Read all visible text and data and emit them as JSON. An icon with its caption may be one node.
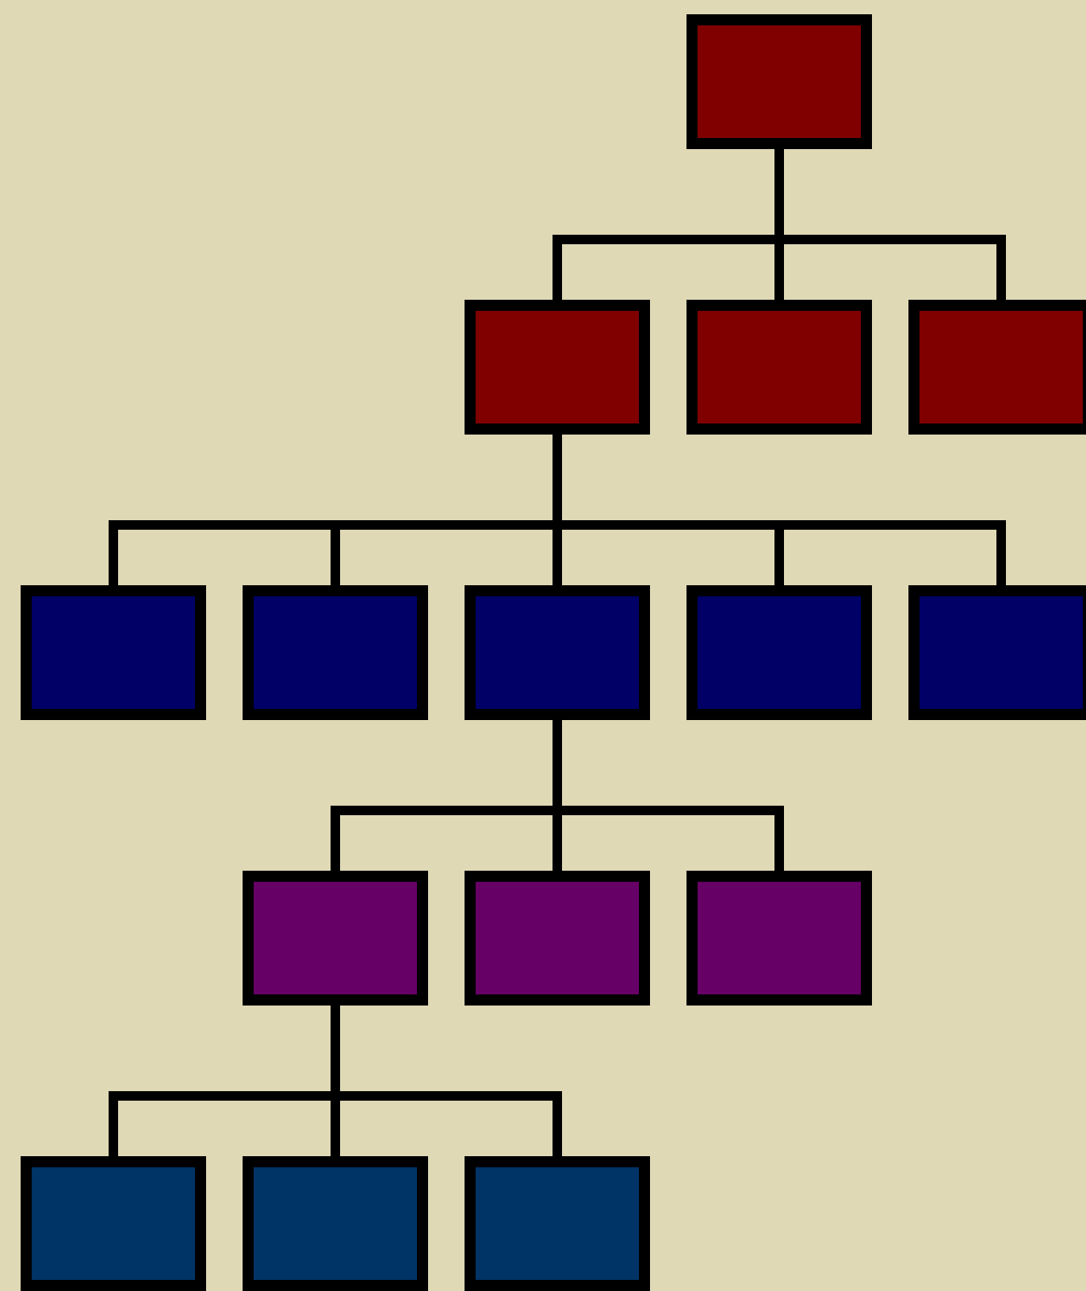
{
  "diagram": {
    "nodes": [
      {
        "text": [],
        "shape": "box"
      },
      {
        "text": [],
        "shape": "box"
      },
      {
        "text": [],
        "shape": "box"
      },
      {
        "text": [],
        "shape": "box"
      },
      {
        "text": [],
        "shape": "box"
      },
      {
        "text": [],
        "shape": "box"
      },
      {
        "text": [],
        "shape": "box"
      },
      {
        "text": [],
        "shape": "box"
      },
      {
        "text": [],
        "shape": "box"
      },
      {
        "text": [],
        "shape": "box"
      },
      {
        "text": [],
        "shape": "box"
      },
      {
        "text": [],
        "shape": "box"
      },
      {
        "text": [],
        "shape": "box"
      },
      {
        "text": [],
        "shape": "box"
      },
      {
        "text": [],
        "shape": "box"
      }
    ],
    "edges": [
      {
        "from": 0,
        "to": 1,
        "arrow": "none"
      },
      {
        "from": 0,
        "to": 2,
        "arrow": "none"
      },
      {
        "from": 0,
        "to": 3,
        "arrow": "none"
      },
      {
        "from": 1,
        "to": 4,
        "arrow": "none"
      },
      {
        "from": 1,
        "to": 5,
        "arrow": "none"
      },
      {
        "from": 1,
        "to": 6,
        "arrow": "none"
      },
      {
        "from": 1,
        "to": 7,
        "arrow": "none"
      },
      {
        "from": 1,
        "to": 8,
        "arrow": "none"
      },
      {
        "from": 6,
        "to": 9,
        "arrow": "none"
      },
      {
        "from": 6,
        "to": 10,
        "arrow": "none"
      },
      {
        "from": 6,
        "to": 11,
        "arrow": "none"
      },
      {
        "from": 9,
        "to": 12,
        "arrow": "none"
      },
      {
        "from": 9,
        "to": 13,
        "arrow": "none"
      },
      {
        "from": 9,
        "to": 14,
        "arrow": "none"
      }
    ]
  }
}
